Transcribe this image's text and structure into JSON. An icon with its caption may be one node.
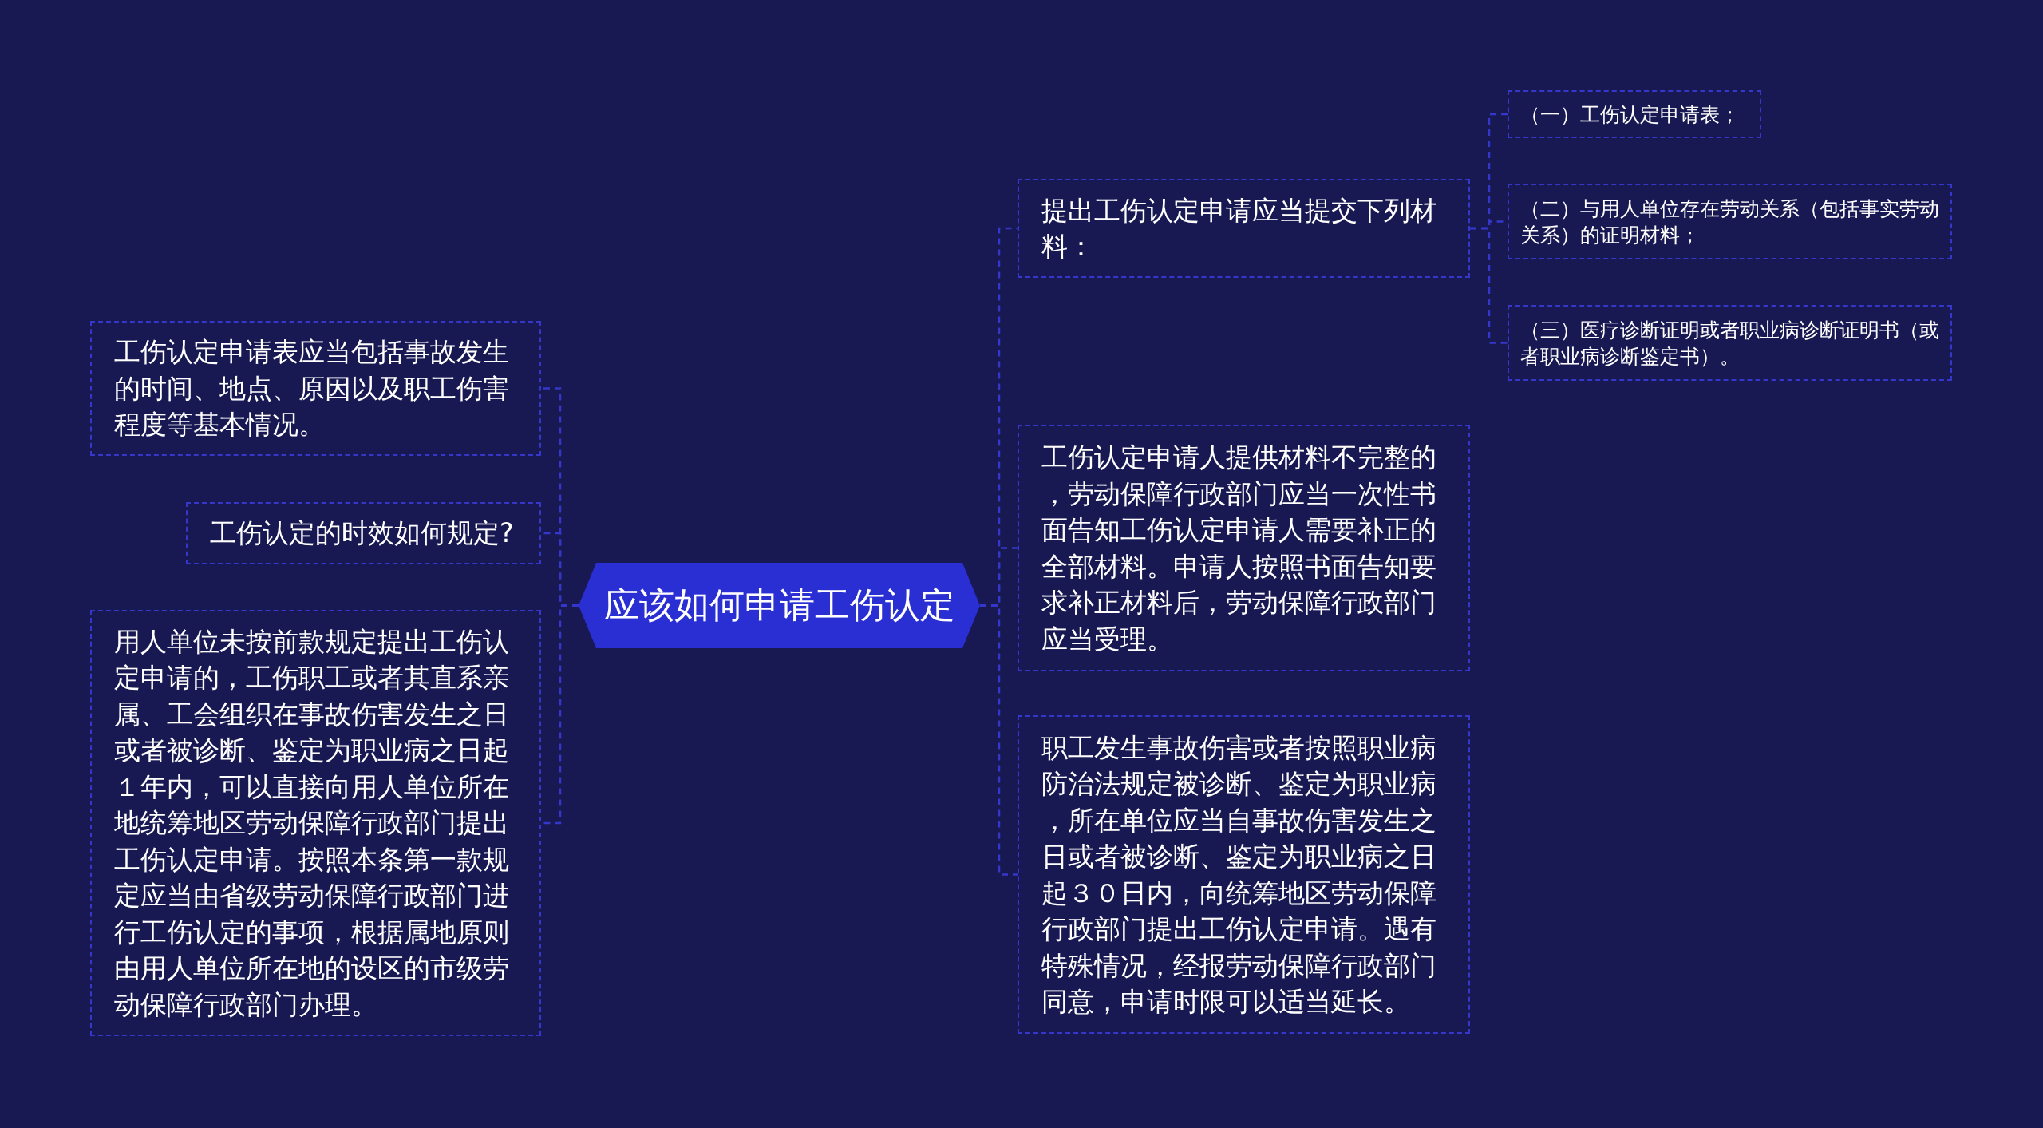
{
  "diagram": {
    "nodes": [
      {
        "text": [
          "应该如何申请工伤认定"
        ]
      },
      {
        "text": [
          "工伤认定申请表应当包括事故发生的时间、地点、原因以及职工伤害程度等基本情况。"
        ]
      },
      {
        "text": [
          "工伤认定的时效如何规定?"
        ]
      },
      {
        "text": [
          "用人单位未按前款规定提出工伤认定申请的，工伤职工或者其直系亲属、工会组织在事故伤害发生之日或者被诊断、鉴定为职业病之日起１年内，可以直接向用人单位所在地统筹地区劳动保障行政部门提出工伤认定申请。按照本条第一款规定应当由省级劳动保障行政部门进行工伤认定的事项，根据属地原则由用人单位所在地的设区的市级劳动保障行政部门办理。"
        ]
      },
      {
        "text": [
          "提出工伤认定申请应当提交下列材料："
        ]
      },
      {
        "text": [
          "（一）工伤认定申请表；"
        ]
      },
      {
        "text": [
          "（二）与用人单位存在劳动关系（包括事实劳动关系）的证明材料；"
        ]
      },
      {
        "text": [
          "（三）医疗诊断证明或者职业病诊断证明书（或者职业病诊断鉴定书）。"
        ]
      },
      {
        "text": [
          "工伤认定申请人提供材料不完整的，劳动保障行政部门应当一次性书面告知工伤认定申请人需要补正的全部材料。申请人按照书面告知要求补正材料后，劳动保障行政部门应当受理。"
        ]
      },
      {
        "text": [
          "职工发生事故伤害或者按照职业病防治法规定被诊断、鉴定为职业病，所在单位应当自事故伤害发生之日或者被诊断、鉴定为职业病之日起３０日内，向统筹地区劳动保障行政部门提出工伤认定申请。遇有特殊情况，经报劳动保障行政部门同意，申请时限可以适当延长。"
        ]
      }
    ],
    "edges": [
      {
        "from": 0,
        "to": 1,
        "arrow": "none",
        "style": "dashed"
      },
      {
        "from": 0,
        "to": 2,
        "arrow": "none",
        "style": "dashed"
      },
      {
        "from": 0,
        "to": 3,
        "arrow": "none",
        "style": "dashed"
      },
      {
        "from": 0,
        "to": 4,
        "arrow": "none",
        "style": "dashed"
      },
      {
        "from": 4,
        "to": 5,
        "arrow": "none",
        "style": "dashed"
      },
      {
        "from": 4,
        "to": 6,
        "arrow": "none",
        "style": "dashed"
      },
      {
        "from": 4,
        "to": 7,
        "arrow": "none",
        "style": "dashed"
      },
      {
        "from": 0,
        "to": 8,
        "arrow": "none",
        "style": "dashed"
      },
      {
        "from": 0,
        "to": 9,
        "arrow": "none",
        "style": "dashed"
      }
    ]
  }
}
